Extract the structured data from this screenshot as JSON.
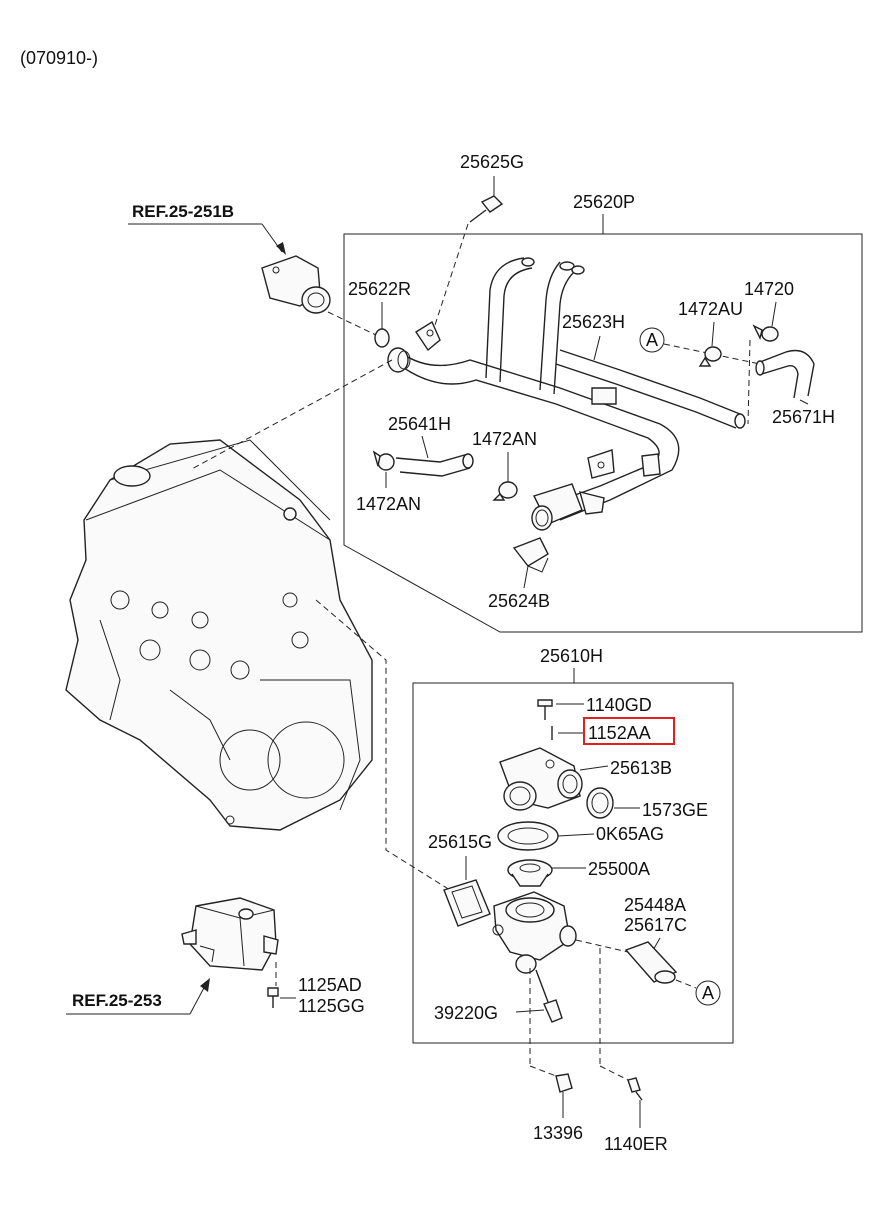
{
  "diagram": {
    "date_code": "(070910-)",
    "refs": {
      "ref_top": "REF.25-251B",
      "ref_bottom": "REF.25-253"
    },
    "labels": {
      "p25625G": "25625G",
      "p25620P": "25620P",
      "p25622R": "25622R",
      "p25623H": "25623H",
      "p1472AU": "1472AU",
      "p14720": "14720",
      "p25671H": "25671H",
      "p25641H": "25641H",
      "p1472AN_a": "1472AN",
      "p1472AN_b": "1472AN",
      "p25624B": "25624B",
      "p25610H": "25610H",
      "p1140GD": "1140GD",
      "p1152AA": "1152AA",
      "p25613B": "25613B",
      "p1573GE": "1573GE",
      "p0K65AG": "0K65AG",
      "p25615G": "25615G",
      "p25500A": "25500A",
      "p25448A": "25448A",
      "p25617C": "25617C",
      "p39220G": "39220G",
      "p1125AD": "1125AD",
      "p1125GG": "1125GG",
      "p13396": "13396",
      "p1140ER": "1140ER"
    },
    "markers": {
      "a_top": "A",
      "a_bottom": "A"
    },
    "highlight_color": "#e02020",
    "line_color": "#222222"
  }
}
